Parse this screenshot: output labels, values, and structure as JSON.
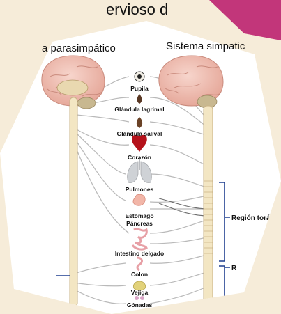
{
  "slide": {
    "title_fragment": "ervioso d",
    "header_left": "a parasimpático",
    "header_right": "Sistema simpatic",
    "accent_color": "#c2367a",
    "background_color": "#f6ecd9"
  },
  "organs": [
    {
      "label": "Pupila",
      "icon": "pupil-icon"
    },
    {
      "label": "Glándula lagrimal",
      "icon": "lacrimal-gland-icon"
    },
    {
      "label": "Glándula salival",
      "icon": "salivary-gland-icon"
    },
    {
      "label": "Corazón",
      "icon": "heart-icon"
    },
    {
      "label": "Pulmones",
      "icon": "lungs-icon"
    },
    {
      "label": "Estómago",
      "icon": "stomach-icon"
    },
    {
      "label": "Páncreas",
      "icon": "pancreas-icon"
    },
    {
      "label": "Intestino delgado",
      "icon": "small-intestine-icon"
    },
    {
      "label": "Colon",
      "icon": "colon-icon"
    },
    {
      "label": "Vejiga",
      "icon": "bladder-icon"
    },
    {
      "label": "Gónadas",
      "icon": "gonads-icon"
    }
  ],
  "regions": {
    "thoracic": "Región torácica",
    "lower_fragment": "R"
  }
}
